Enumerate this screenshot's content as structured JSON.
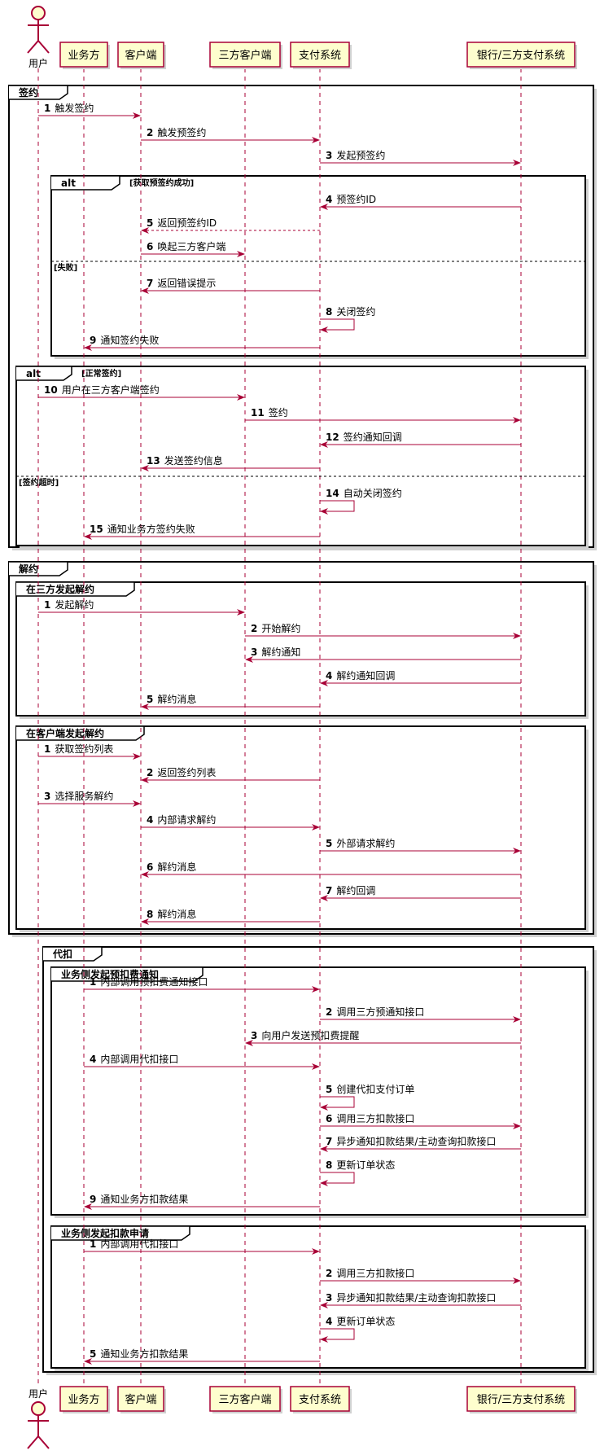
{
  "colors": {
    "participant_fill": "#FEFECE",
    "participant_border": "#A80036",
    "arrow": "#A80036",
    "lifeline": "#A80036",
    "frame_border": "#000000",
    "frame_shadow": "#D0D0D0",
    "text": "#000000",
    "background": "#FFFFFF"
  },
  "participants": [
    {
      "id": "user",
      "label": "用户",
      "kind": "actor"
    },
    {
      "id": "biz",
      "label": "业务方",
      "kind": "box"
    },
    {
      "id": "client",
      "label": "客户端",
      "kind": "box"
    },
    {
      "id": "third",
      "label": "三方客户端",
      "kind": "box"
    },
    {
      "id": "pay",
      "label": "支付系统",
      "kind": "box"
    },
    {
      "id": "bank",
      "label": "银行/三方支付系统",
      "kind": "box"
    }
  ],
  "groups": [
    {
      "id": "g1",
      "label": "签约"
    },
    {
      "id": "g1a",
      "label": "alt",
      "guard": "[获取预签约成功]"
    },
    {
      "id": "g1a_else",
      "label": "[失败]"
    },
    {
      "id": "g1b",
      "label": "alt",
      "guard": "[正常签约]"
    },
    {
      "id": "g1b_else",
      "label": "[签约超时]"
    },
    {
      "id": "g2",
      "label": "解约"
    },
    {
      "id": "g2a",
      "label": "在三方发起解约"
    },
    {
      "id": "g2b",
      "label": "在客户端发起解约"
    },
    {
      "id": "g3",
      "label": "代扣"
    },
    {
      "id": "g3a",
      "label": "业务侧发起预扣费通知"
    },
    {
      "id": "g3b",
      "label": "业务侧发起扣款申请"
    }
  ],
  "messages": [
    {
      "num": "1",
      "text": "触发签约",
      "from": "user",
      "to": "client",
      "style": "solid"
    },
    {
      "num": "2",
      "text": "触发预签约",
      "from": "client",
      "to": "pay",
      "style": "solid"
    },
    {
      "num": "3",
      "text": "发起预签约",
      "from": "pay",
      "to": "bank",
      "style": "solid"
    },
    {
      "num": "4",
      "text": "预签约ID",
      "from": "bank",
      "to": "pay",
      "style": "solid"
    },
    {
      "num": "5",
      "text": "返回预签约ID",
      "from": "pay",
      "to": "client",
      "style": "dashed"
    },
    {
      "num": "6",
      "text": "唤起三方客户端",
      "from": "client",
      "to": "third",
      "style": "solid"
    },
    {
      "num": "7",
      "text": "返回错误提示",
      "from": "pay",
      "to": "client",
      "style": "solid"
    },
    {
      "num": "8",
      "text": "关闭签约",
      "from": "pay",
      "to": "pay",
      "style": "self"
    },
    {
      "num": "9",
      "text": "通知签约失败",
      "from": "pay",
      "to": "biz",
      "style": "solid"
    },
    {
      "num": "10",
      "text": "用户在三方客户端签约",
      "from": "user",
      "to": "third",
      "style": "solid"
    },
    {
      "num": "11",
      "text": "签约",
      "from": "third",
      "to": "bank",
      "style": "solid"
    },
    {
      "num": "12",
      "text": "签约通知回调",
      "from": "bank",
      "to": "pay",
      "style": "solid"
    },
    {
      "num": "13",
      "text": "发送签约信息",
      "from": "pay",
      "to": "client",
      "style": "solid"
    },
    {
      "num": "14",
      "text": "自动关闭签约",
      "from": "pay",
      "to": "pay",
      "style": "self"
    },
    {
      "num": "15",
      "text": "通知业务方签约失败",
      "from": "pay",
      "to": "biz",
      "style": "solid"
    },
    {
      "num": "1",
      "text": "发起解约",
      "from": "user",
      "to": "third",
      "style": "solid"
    },
    {
      "num": "2",
      "text": "开始解约",
      "from": "third",
      "to": "bank",
      "style": "solid"
    },
    {
      "num": "3",
      "text": "解约通知",
      "from": "bank",
      "to": "third",
      "style": "solid"
    },
    {
      "num": "4",
      "text": "解约通知回调",
      "from": "bank",
      "to": "pay",
      "style": "solid"
    },
    {
      "num": "5",
      "text": "解约消息",
      "from": "pay",
      "to": "client",
      "style": "solid"
    },
    {
      "num": "1",
      "text": "获取签约列表",
      "from": "user",
      "to": "client",
      "style": "solid"
    },
    {
      "num": "2",
      "text": "返回签约列表",
      "from": "pay",
      "to": "client",
      "style": "solid"
    },
    {
      "num": "3",
      "text": "选择服务解约",
      "from": "user",
      "to": "client",
      "style": "solid"
    },
    {
      "num": "4",
      "text": "内部请求解约",
      "from": "client",
      "to": "pay",
      "style": "solid"
    },
    {
      "num": "5",
      "text": "外部请求解约",
      "from": "pay",
      "to": "bank",
      "style": "solid"
    },
    {
      "num": "6",
      "text": "解约消息",
      "from": "bank",
      "to": "client",
      "style": "solid"
    },
    {
      "num": "7",
      "text": "解约回调",
      "from": "bank",
      "to": "pay",
      "style": "solid"
    },
    {
      "num": "8",
      "text": "解约消息",
      "from": "pay",
      "to": "client",
      "style": "solid"
    },
    {
      "num": "1",
      "text": "内部调用预扣费通知接口",
      "from": "biz",
      "to": "pay",
      "style": "solid"
    },
    {
      "num": "2",
      "text": "调用三方预通知接口",
      "from": "pay",
      "to": "bank",
      "style": "solid"
    },
    {
      "num": "3",
      "text": "向用户发送预扣费提醒",
      "from": "bank",
      "to": "third",
      "style": "solid"
    },
    {
      "num": "4",
      "text": "内部调用代扣接口",
      "from": "biz",
      "to": "pay",
      "style": "solid"
    },
    {
      "num": "5",
      "text": "创建代扣支付订单",
      "from": "pay",
      "to": "pay",
      "style": "self"
    },
    {
      "num": "6",
      "text": "调用三方扣款接口",
      "from": "pay",
      "to": "bank",
      "style": "solid"
    },
    {
      "num": "7",
      "text": "异步通知扣款结果/主动查询扣款接口",
      "from": "bank",
      "to": "pay",
      "style": "solid"
    },
    {
      "num": "8",
      "text": "更新订单状态",
      "from": "pay",
      "to": "pay",
      "style": "self"
    },
    {
      "num": "9",
      "text": "通知业务方扣款结果",
      "from": "pay",
      "to": "biz",
      "style": "solid"
    },
    {
      "num": "1",
      "text": "内部调用代扣接口",
      "from": "biz",
      "to": "pay",
      "style": "solid"
    },
    {
      "num": "2",
      "text": "调用三方扣款接口",
      "from": "pay",
      "to": "bank",
      "style": "solid"
    },
    {
      "num": "3",
      "text": "异步通知扣款结果/主动查询扣款接口",
      "from": "bank",
      "to": "pay",
      "style": "solid"
    },
    {
      "num": "4",
      "text": "更新订单状态",
      "from": "pay",
      "to": "pay",
      "style": "self"
    },
    {
      "num": "5",
      "text": "通知业务方扣款结果",
      "from": "pay",
      "to": "biz",
      "style": "solid"
    }
  ]
}
